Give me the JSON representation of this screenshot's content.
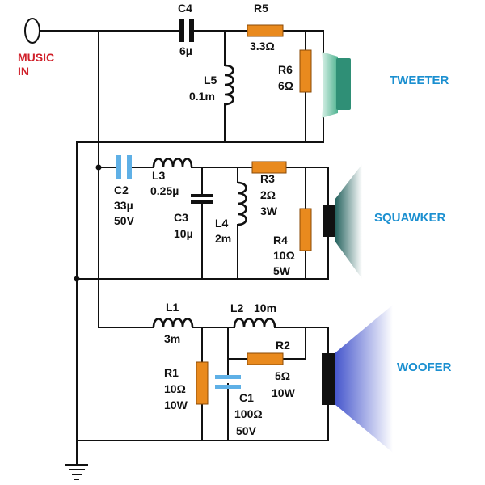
{
  "input": {
    "line1": "MUSIC",
    "line2": "IN"
  },
  "tweeter": {
    "title": "TWEETER",
    "c4": {
      "name": "C4",
      "value": "6µ"
    },
    "r5": {
      "name": "R5",
      "value": "3.3Ω"
    },
    "l5": {
      "name": "L5",
      "value": "0.1m"
    },
    "r6": {
      "name": "R6",
      "value": "6Ω"
    }
  },
  "squawker": {
    "title": "SQUAWKER",
    "c2": {
      "name": "C2",
      "value": "33µ",
      "rating": "50V"
    },
    "l3": {
      "name": "L3",
      "value": "0.25µ"
    },
    "c3": {
      "name": "C3",
      "value": "10µ"
    },
    "l4": {
      "name": "L4",
      "value": "2m"
    },
    "r3": {
      "name": "R3",
      "value": "2Ω",
      "rating": "3W"
    },
    "r4": {
      "name": "R4",
      "value": "10Ω",
      "rating": "5W"
    }
  },
  "woofer": {
    "title": "WOOFER",
    "l1": {
      "name": "L1",
      "value": "3m"
    },
    "l2": {
      "name": "L2",
      "value": "10m"
    },
    "r2": {
      "name": "R2",
      "value": "5Ω",
      "rating": "10W"
    },
    "r1": {
      "name": "R1",
      "value": "10Ω",
      "rating": "10W"
    },
    "c1": {
      "name": "C1",
      "value": "100Ω",
      "rating": "50V"
    }
  },
  "colors": {
    "label": "#111111",
    "music_in": "#d0202a",
    "section_title": "#1a8fd0",
    "resistor": "#e98a1e",
    "capacitor_blue": "#5fb0e6",
    "tweeter_body": "#4fb391",
    "squawker_cone": "#2c6e6a",
    "woofer_cone": "#5566d6"
  }
}
